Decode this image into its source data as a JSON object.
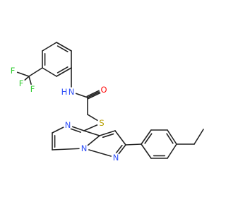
{
  "structure": {
    "atom_labels": {
      "F1": "F",
      "F2": "F",
      "F3": "F",
      "N_amide": "N",
      "H_amide": "H",
      "O_carbonyl": "O",
      "S_thioether": "S",
      "N_pyrazine": "N",
      "N_bridge": "N",
      "N_pyrazole": "N"
    },
    "colors": {
      "bond": "#222222",
      "F": "#33cc33",
      "N": "#3050f8",
      "O": "#ff0d0d",
      "S": "#b8a000",
      "H": "#3050f8"
    }
  }
}
